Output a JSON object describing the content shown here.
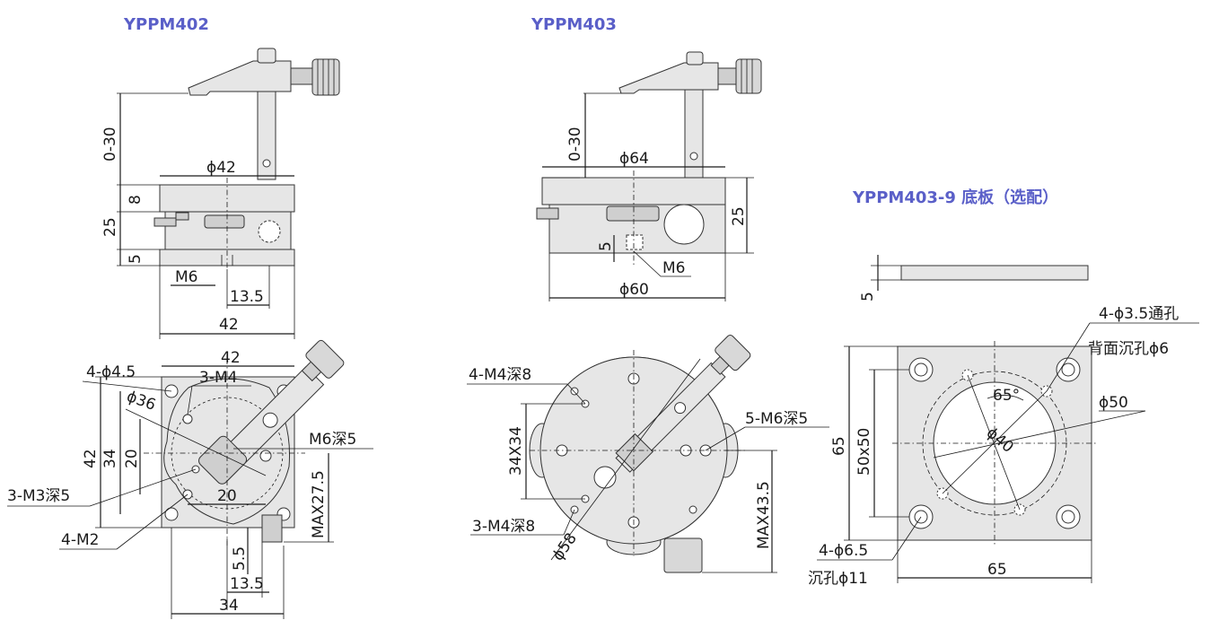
{
  "titles": {
    "m402": "YPPM402",
    "m403": "YPPM403",
    "m4039": "YPPM403-9 底板（选配）"
  },
  "m402_side": {
    "height_range": "0-30",
    "top_dia": "ϕ42",
    "h8": "8",
    "h25": "25",
    "h5": "5",
    "thread": "M6",
    "off13_5": "13.5",
    "width42": "42"
  },
  "m402_top": {
    "width42": "42",
    "holes_4_45": "4-ϕ4.5",
    "thread_3m4": "3-M4",
    "dia36": "ϕ36",
    "m6_depth": "M6深5",
    "h42": "42",
    "h34": "34",
    "h20": "20",
    "w20": "20",
    "m3": "3-M3深5",
    "m2": "4-M2",
    "max27_5": "MAX27.5",
    "v5_5": "5.5",
    "h13_5": "13.5",
    "w34": "34"
  },
  "m403_side": {
    "height_range": "0-30",
    "top_dia": "ϕ64",
    "h25": "25",
    "h5": "5",
    "thread": "M6",
    "bottom_dia": "ϕ60"
  },
  "m403_top": {
    "m4_8": "4-M4深8",
    "w34x34": "34X34",
    "m6_5": "5-M6深5",
    "m4_3": "3-M4深8",
    "dia58": "ϕ58",
    "max43_5": "MAX43.5"
  },
  "base": {
    "h5": "5",
    "through": "4-ϕ3.5通孔",
    "counter_back": "背面沉孔ϕ6",
    "dia50": "ϕ50",
    "angle65": "65°",
    "dia40": "ϕ40",
    "h65": "65",
    "h50x50": "50x50",
    "holes65": "4-ϕ6.5",
    "counter11": "沉孔ϕ11",
    "w65": "65"
  }
}
